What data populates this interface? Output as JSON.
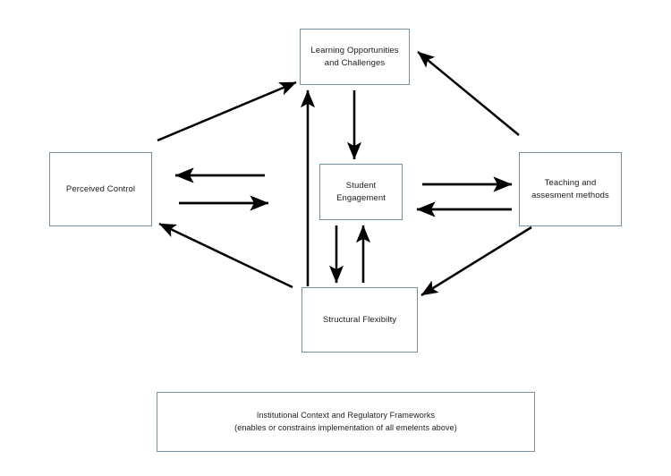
{
  "diagram": {
    "type": "conceptual-framework-flow",
    "title_text_present": false,
    "colors": {
      "node_border": "#76909f",
      "node_fill": "#ffffff",
      "edge": "#000000",
      "text": "#1b1b1b",
      "background": "#ffffff"
    },
    "nodes": [
      {
        "id": "learning",
        "label": "Learning Opportunities\nand Challenges"
      },
      {
        "id": "perceived",
        "label": "Perceived Control"
      },
      {
        "id": "student",
        "label": "Student\nEngagement"
      },
      {
        "id": "teaching",
        "label": "Teaching and\nassesment methods"
      },
      {
        "id": "structural",
        "label": "Structural Flexibilty"
      },
      {
        "id": "context",
        "label": "Institutional Context and Regulatory Frameworks\n(enables or constrains implementation of all emelents above)"
      }
    ],
    "edges": [
      {
        "id": "perceived-to-learning",
        "from": "perceived",
        "to": "learning",
        "direction": "one-way",
        "style": "diagonal"
      },
      {
        "id": "teaching-to-learning",
        "from": "teaching",
        "to": "learning",
        "direction": "one-way",
        "style": "diagonal"
      },
      {
        "id": "structural-to-learning",
        "from": "structural",
        "to": "learning",
        "direction": "one-way",
        "style": "vertical"
      },
      {
        "id": "learning-to-student",
        "from": "learning",
        "to": "student",
        "direction": "one-way",
        "style": "vertical"
      },
      {
        "id": "student-to-perceived",
        "from": "student",
        "to": "perceived",
        "direction": "one-way",
        "style": "horizontal"
      },
      {
        "id": "perceived-to-student",
        "from": "perceived",
        "to": "student",
        "direction": "one-way",
        "style": "horizontal"
      },
      {
        "id": "student-to-teaching",
        "from": "student",
        "to": "teaching",
        "direction": "one-way",
        "style": "horizontal"
      },
      {
        "id": "teaching-to-student",
        "from": "teaching",
        "to": "student",
        "direction": "one-way",
        "style": "horizontal"
      },
      {
        "id": "student-to-structural",
        "from": "student",
        "to": "structural",
        "direction": "one-way",
        "style": "vertical"
      },
      {
        "id": "structural-to-student",
        "from": "structural",
        "to": "student",
        "direction": "one-way",
        "style": "vertical"
      },
      {
        "id": "structural-to-perceived",
        "from": "structural",
        "to": "perceived",
        "direction": "one-way",
        "style": "diagonal"
      },
      {
        "id": "teaching-to-structural",
        "from": "teaching",
        "to": "structural",
        "direction": "one-way",
        "style": "diagonal"
      }
    ]
  }
}
